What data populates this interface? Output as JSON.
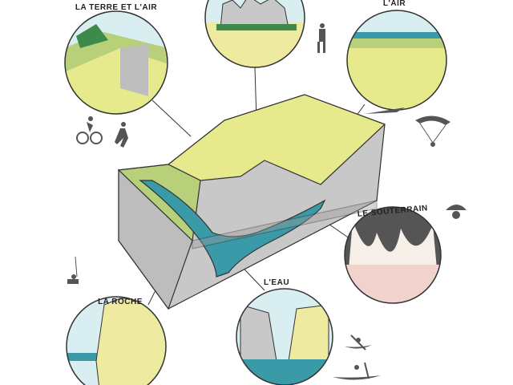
{
  "labels": {
    "earth_air": "LA TERRE ET L'AIR",
    "air": "L'AIR",
    "underground": "LE SOUTERRAIN",
    "rock": "LA ROCHE",
    "water": "L'EAU"
  },
  "colors": {
    "grass": "#e6ea8c",
    "rock": "#c8c8c8",
    "water": "#3a9aa8",
    "sky": "#d8eef0",
    "cave_floor": "#f2d2cc",
    "outline": "#333333"
  }
}
